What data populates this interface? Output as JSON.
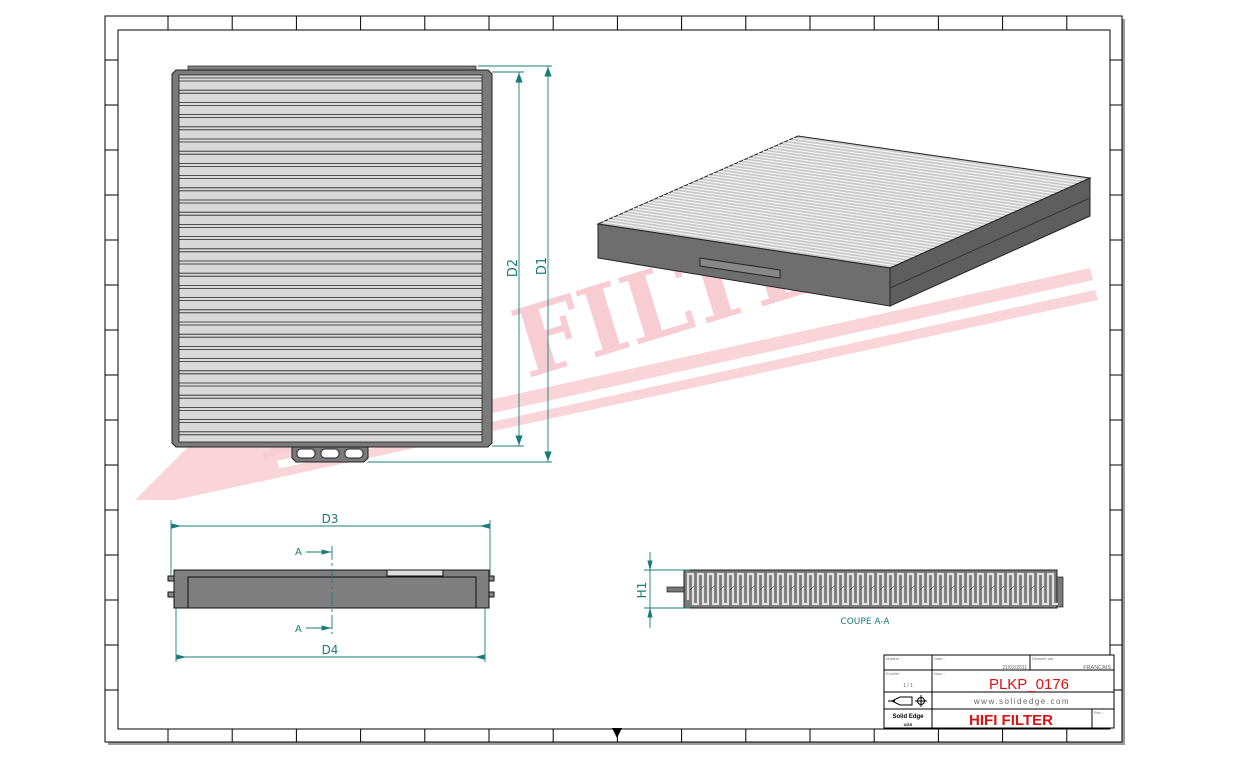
{
  "drawing": {
    "watermark": "HIFI FILTER",
    "dimensions": {
      "d1": "D1",
      "d2": "D2",
      "d3": "D3",
      "d4": "D4",
      "h1": "H1"
    },
    "section_marker": "A",
    "section_label": "COUPE A-A"
  },
  "title_block": {
    "material_label": "Matière :",
    "date_label": "Date :",
    "date": "21/02/2011",
    "drawn_by_label": "Dessiné par :",
    "drawn_by": "FRANCAIS",
    "scale_label": "Echelle :",
    "scale": "1 / 1",
    "name_label": "Nom :",
    "part_number": "PLKP_0176",
    "website": "www.solidedge.com",
    "software": "Solid Edge",
    "software_sub": "UGS",
    "company": "HIFI FILTER",
    "revision_label": "Rév. :"
  },
  "colors": {
    "dimension": "#1a7a7a",
    "title_red": "#e01010",
    "watermark": "#f6c4cc",
    "body": "#7a7a7a"
  }
}
